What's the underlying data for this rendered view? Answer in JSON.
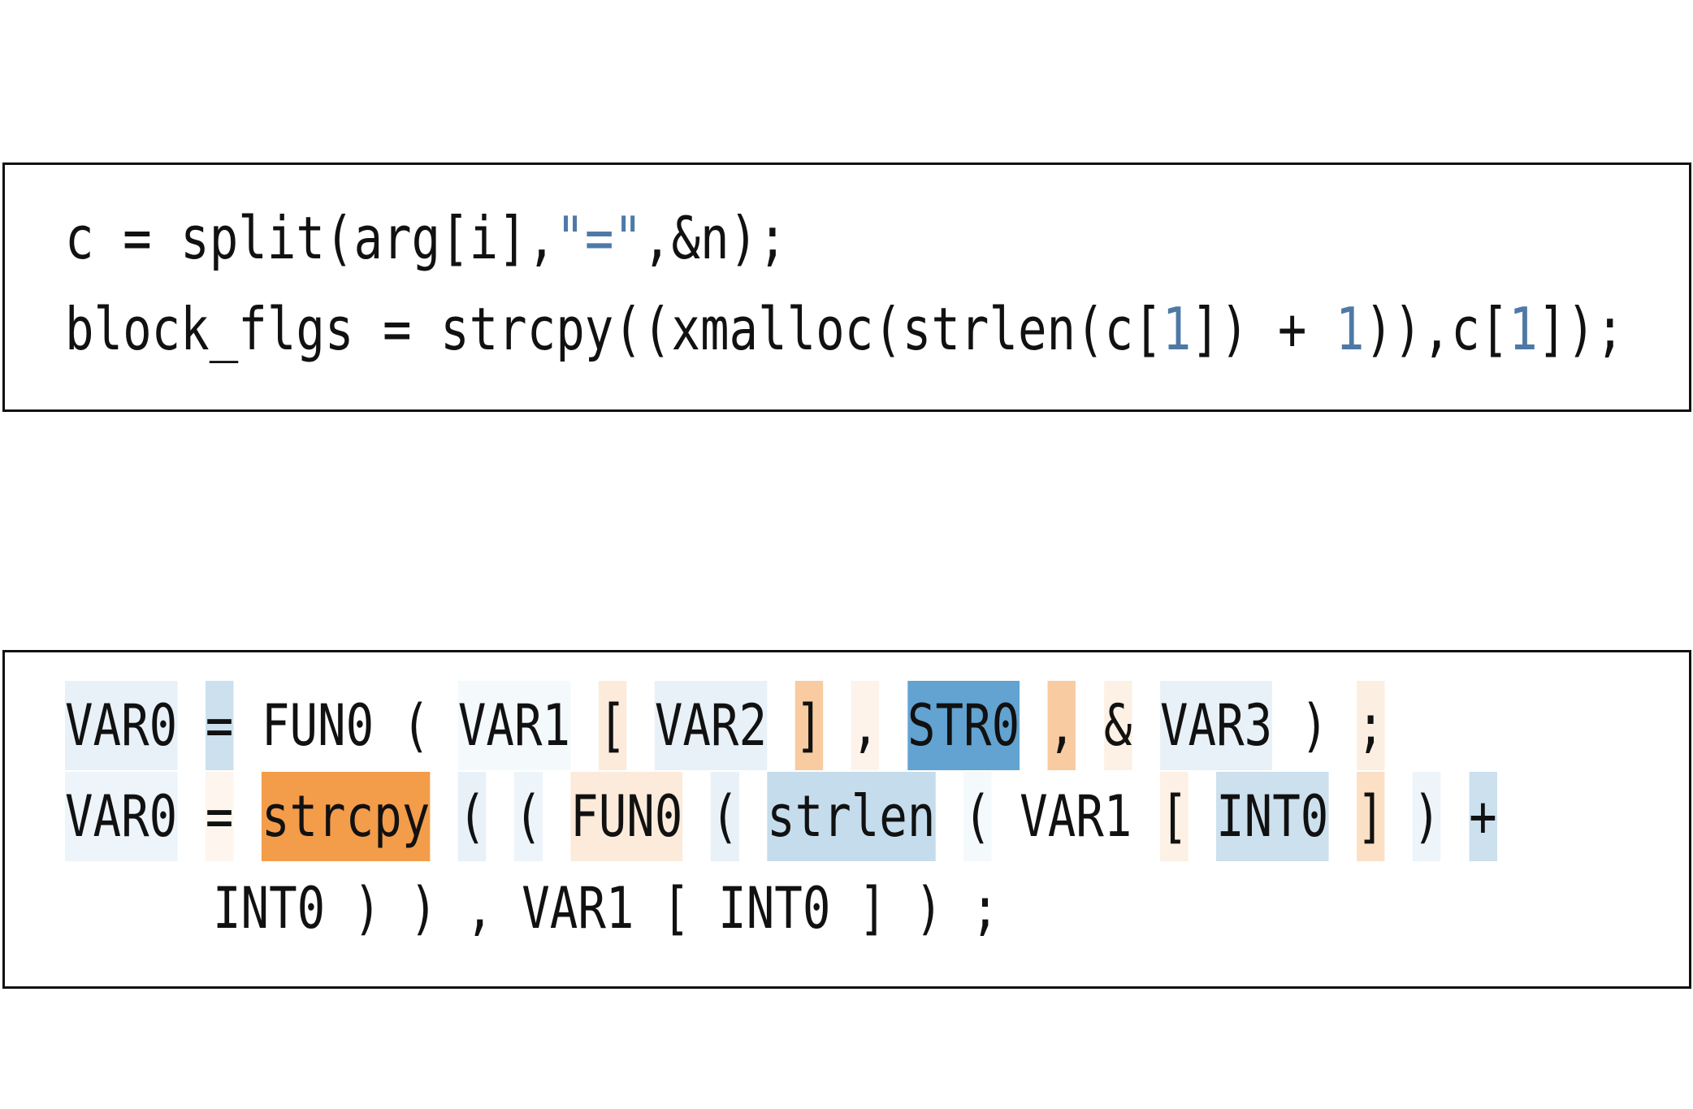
{
  "source_panel": {
    "lines": [
      [
        {
          "text": "c = split(arg[i],",
          "kind": "plain"
        },
        {
          "text": "\"=\"",
          "kind": "literal"
        },
        {
          "text": ",&n);",
          "kind": "plain"
        }
      ],
      [
        {
          "text": "block_flgs = strcpy((xmalloc(strlen(c[",
          "kind": "plain"
        },
        {
          "text": "1",
          "kind": "literal"
        },
        {
          "text": "]) + ",
          "kind": "plain"
        },
        {
          "text": "1",
          "kind": "literal"
        },
        {
          "text": ")),c[",
          "kind": "plain"
        },
        {
          "text": "1",
          "kind": "literal"
        },
        {
          "text": "]);",
          "kind": "plain"
        }
      ]
    ],
    "literal_color": "#4e79a7"
  },
  "token_panel": {
    "lines": [
      [
        {
          "text": "VAR0",
          "bg": "#e8f1f8"
        },
        {
          "text": "=",
          "bg": "#cce0ee"
        },
        {
          "text": "FUN0",
          "bg": null
        },
        {
          "text": "(",
          "bg": null
        },
        {
          "text": "VAR1",
          "bg": "#f4f9fc"
        },
        {
          "text": "[",
          "bg": "#fcebdb"
        },
        {
          "text": "VAR2",
          "bg": "#e8f1f8"
        },
        {
          "text": "]",
          "bg": "#f8cba0"
        },
        {
          "text": ",",
          "bg": "#fdf3ea"
        },
        {
          "text": "STR0",
          "bg": "#62a3d1"
        },
        {
          "text": ",",
          "bg": "#f8cba0"
        },
        {
          "text": "&",
          "bg": "#fdf0e4"
        },
        {
          "text": "VAR3",
          "bg": "#e8f1f8"
        },
        {
          "text": ")",
          "bg": null
        },
        {
          "text": ";",
          "bg": "#fcefe2"
        }
      ],
      [
        {
          "text": "VAR0",
          "bg": "#edf4fa"
        },
        {
          "text": "=",
          "bg": "#fdf5ee"
        },
        {
          "text": "strcpy",
          "bg": "#f39c4a"
        },
        {
          "text": "(",
          "bg": "#e8f1f8"
        },
        {
          "text": "(",
          "bg": "#edf4fa"
        },
        {
          "text": "FUN0",
          "bg": "#fcebdb"
        },
        {
          "text": "(",
          "bg": "#e8f1f8"
        },
        {
          "text": "strlen",
          "bg": "#c5dcec"
        },
        {
          "text": "(",
          "bg": "#f4f9fc"
        },
        {
          "text": "VAR1",
          "bg": null
        },
        {
          "text": "[",
          "bg": "#fdf0e4"
        },
        {
          "text": "INT0",
          "bg": "#cce0ee"
        },
        {
          "text": "]",
          "bg": "#fbe0c6"
        },
        {
          "text": ")",
          "bg": "#edf4fa"
        },
        {
          "text": "+",
          "bg": "#cce0ee"
        }
      ],
      [
        {
          "text": "INT0",
          "bg": null
        },
        {
          "text": ")",
          "bg": null
        },
        {
          "text": ")",
          "bg": null
        },
        {
          "text": ",",
          "bg": null
        },
        {
          "text": "VAR1",
          "bg": null
        },
        {
          "text": "[",
          "bg": null
        },
        {
          "text": "INT0",
          "bg": null
        },
        {
          "text": "]",
          "bg": null
        },
        {
          "text": ")",
          "bg": null
        },
        {
          "text": ";",
          "bg": null
        }
      ]
    ]
  }
}
